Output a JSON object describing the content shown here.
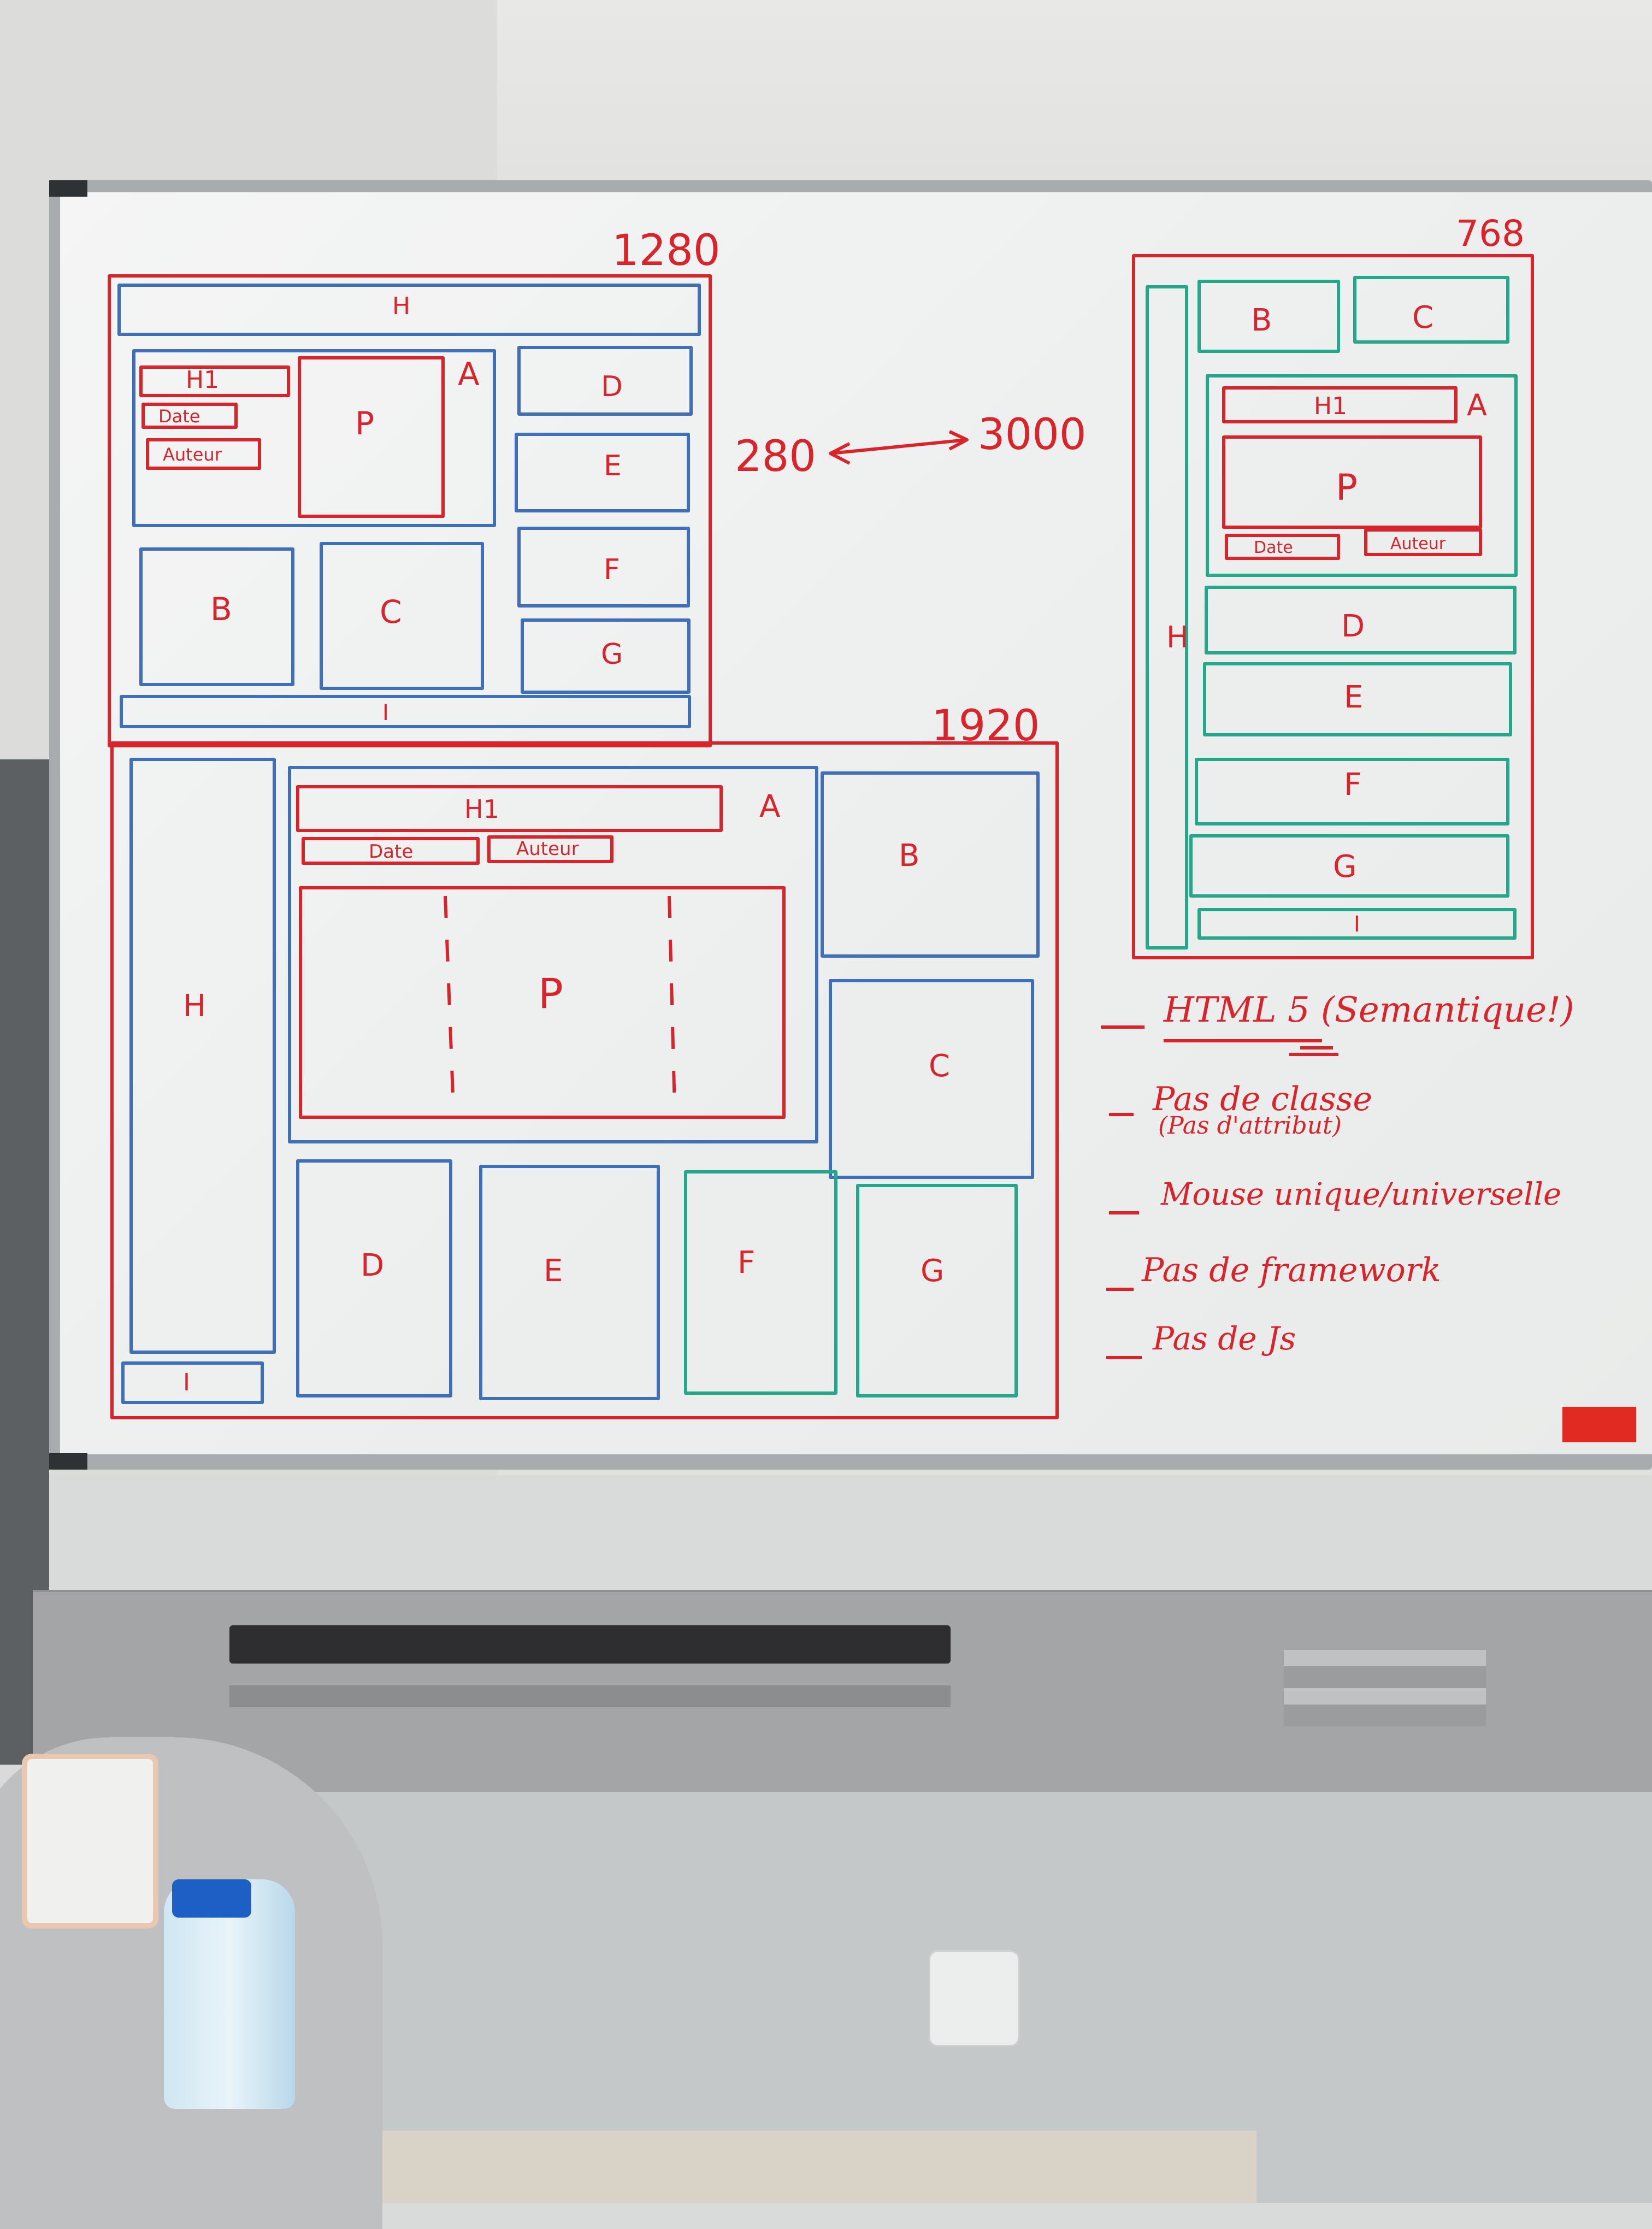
{
  "board": {
    "sketch_1280": {
      "width_label": "1280",
      "blocks": {
        "h": "H",
        "h1": "H1",
        "date": "Date",
        "author": "Auteur",
        "p": "P",
        "a": "A",
        "b": "B",
        "c": "C",
        "d": "D",
        "e": "E",
        "f": "F",
        "g": "G",
        "i": "I"
      }
    },
    "sketch_1920": {
      "width_label": "1920",
      "blocks": {
        "h": "H",
        "h1": "H1",
        "date": "Date",
        "author": "Auteur",
        "p": "P",
        "a": "A",
        "b": "B",
        "c": "C",
        "d": "D",
        "e": "E",
        "f": "F",
        "g": "G",
        "i": "I"
      }
    },
    "sketch_768": {
      "width_label": "768",
      "blocks": {
        "h": "H",
        "h1": "H1",
        "date": "Date",
        "author": "Auteur",
        "p": "P",
        "a": "A",
        "b": "B",
        "c": "C",
        "d": "D",
        "e": "E",
        "f": "F",
        "g": "G",
        "i": "I"
      }
    },
    "range": {
      "min": "280",
      "max": "3000"
    },
    "notes": [
      {
        "text": "HTML 5 (Semantique!)",
        "sub": ""
      },
      {
        "text": "Pas de classe",
        "sub": "(Pas d'attribut)"
      },
      {
        "text": "Mouse unique/universelle",
        "sub": ""
      },
      {
        "text": "Pas de framework",
        "sub": ""
      },
      {
        "text": "Pas de Js",
        "sub": ""
      }
    ]
  },
  "colors": {
    "red_ink": "#d8242a",
    "blue_ink": "#3f6fb8",
    "teal_ink": "#23a88a"
  }
}
